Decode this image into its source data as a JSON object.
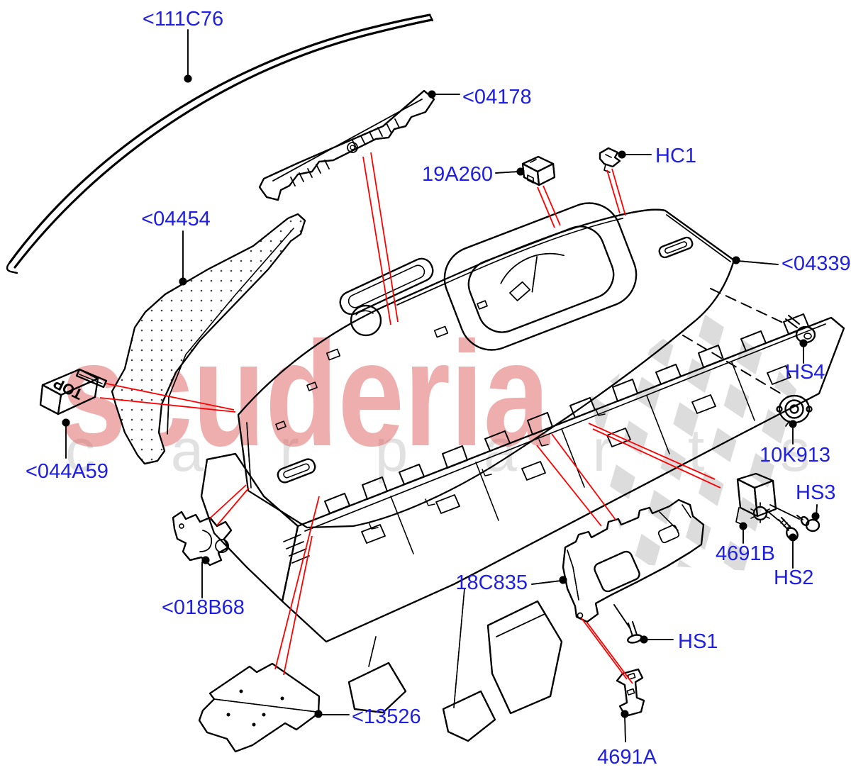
{
  "watermark": {
    "brand": "scuderia",
    "subtext": "carparts"
  },
  "markings": {
    "top": "TOP"
  },
  "labels": {
    "w111c76": "<111C76",
    "w04178": "<04178",
    "w19a260": "19A260",
    "whc1": "HC1",
    "w04454": "<04454",
    "w04339": "<04339",
    "w044a59": "<044A59",
    "w018b68": "<018B68",
    "w13526": "<13526",
    "w18c835": "18C835",
    "whs1": "HS1",
    "w4691a": "4691A",
    "w4691b": "4691B",
    "whs2": "HS2",
    "whs3": "HS3",
    "w10k913": "10K913",
    "whs4": "HS4"
  },
  "colors": {
    "label_blue": "#1e1ee4",
    "leader_red": "#ff0000",
    "line_black": "#000000",
    "watermark_pink": "#e06060",
    "watermark_gray": "#c9c9c9",
    "checker_gray": "#b9b9b9",
    "background": "#ffffff"
  }
}
